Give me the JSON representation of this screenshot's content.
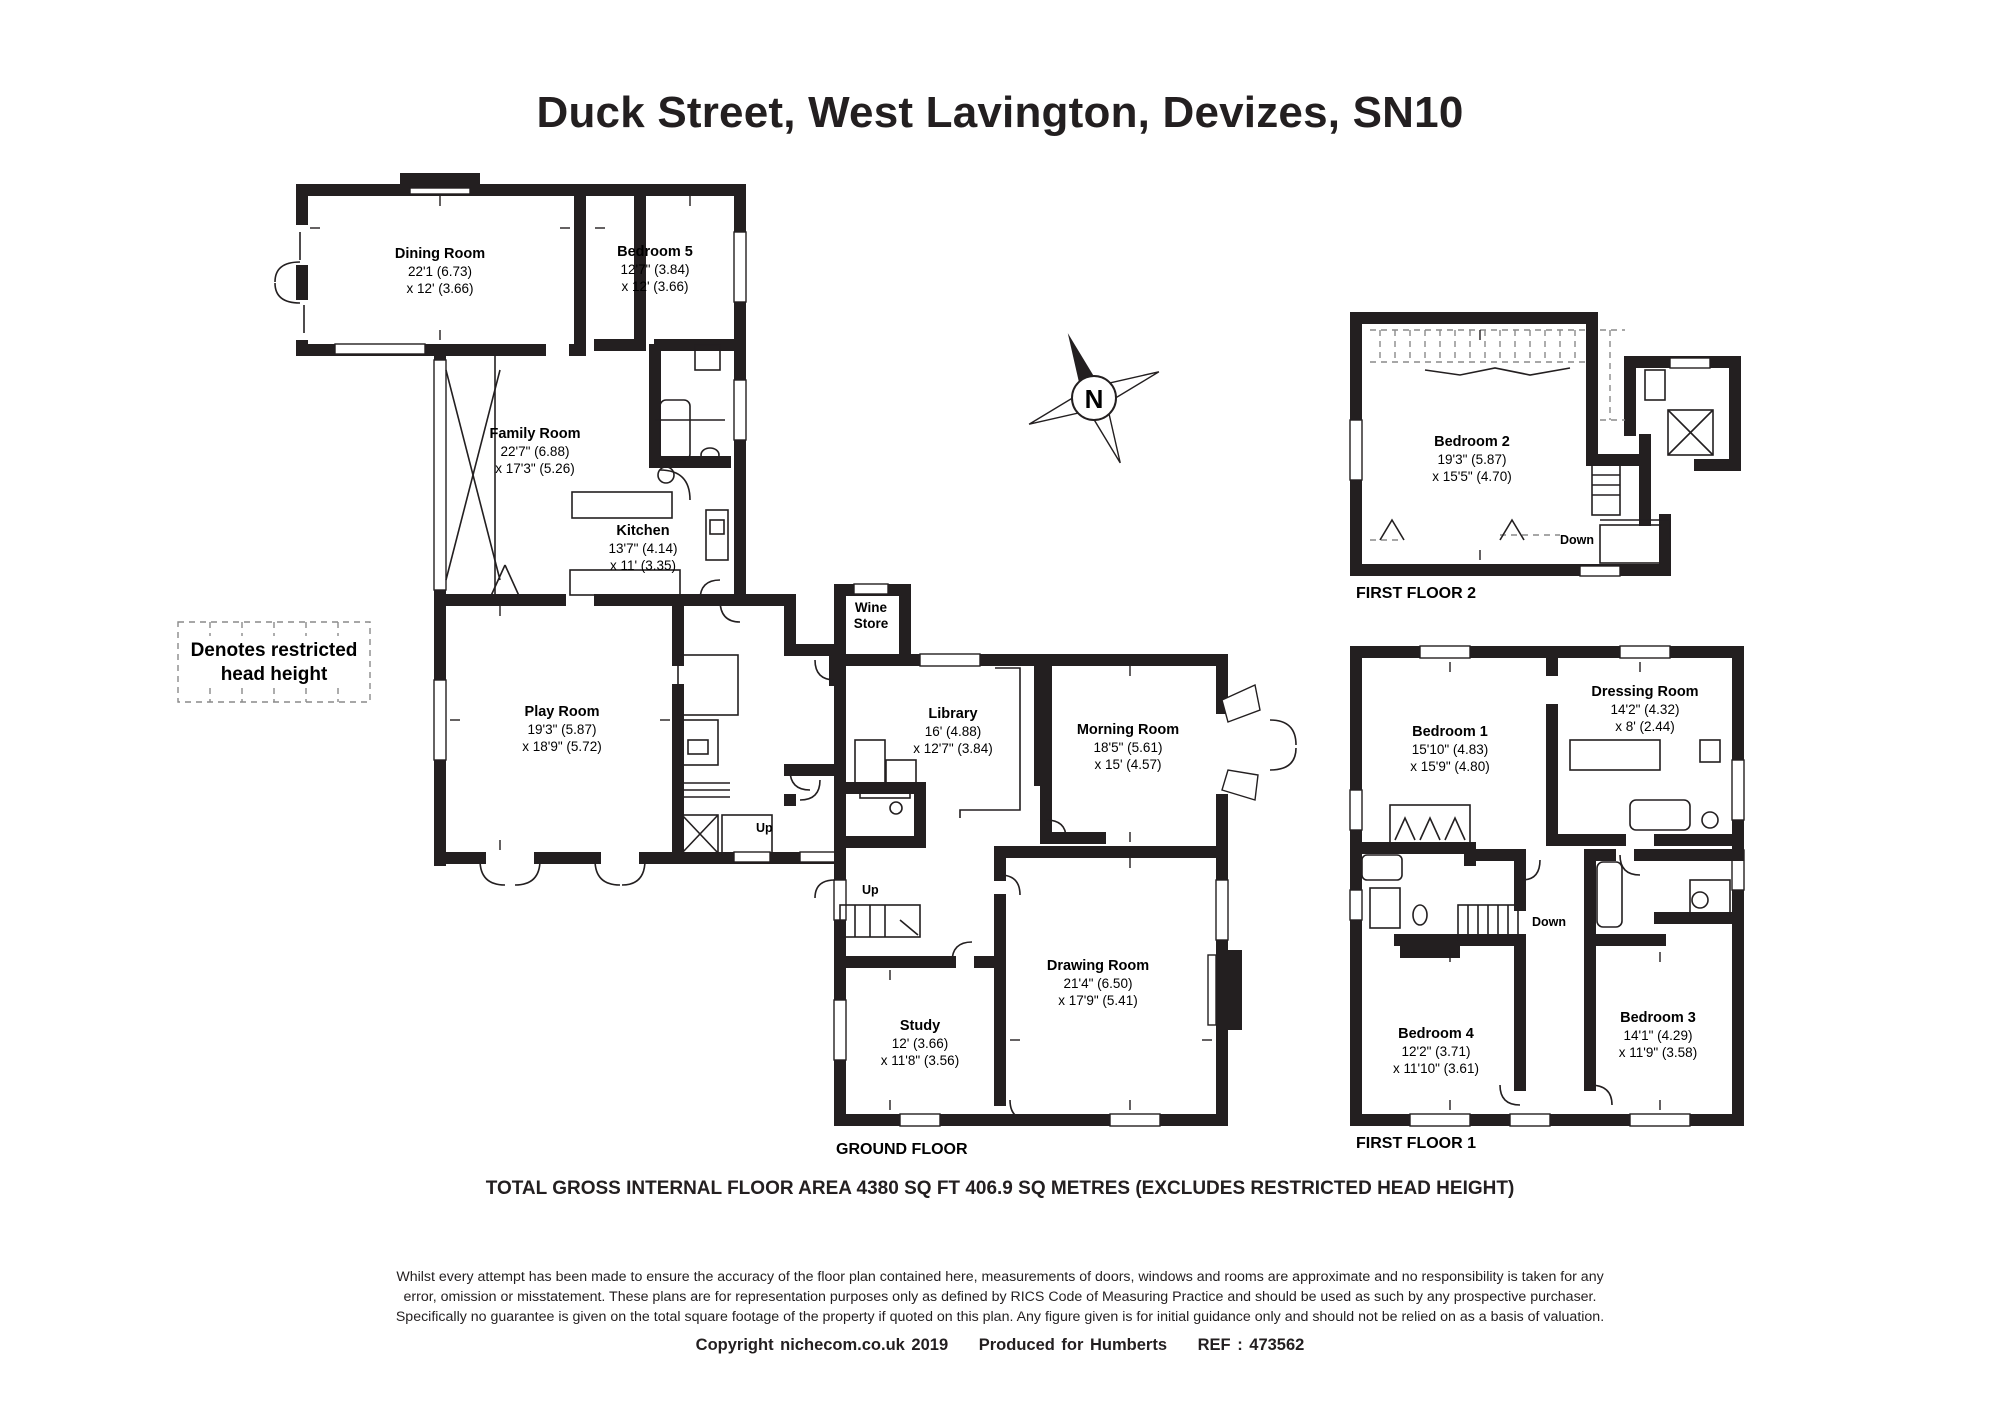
{
  "title": "Duck Street, West Lavington, Devizes, SN10",
  "legend": {
    "line1": "Denotes restricted",
    "line2": "head height"
  },
  "compass": {
    "letter": "N"
  },
  "floors": {
    "ground": "GROUND FLOOR",
    "first1": "FIRST FLOOR 1",
    "first2": "FIRST FLOOR 2"
  },
  "rooms": {
    "dining": {
      "name": "Dining Room",
      "d1": "22'1 (6.73)",
      "d2": "x 12' (3.66)"
    },
    "bed5": {
      "name": "Bedroom 5",
      "d1": "12'7\" (3.84)",
      "d2": "x 12' (3.66)"
    },
    "family": {
      "name": "Family Room",
      "d1": "22'7\" (6.88)",
      "d2": "x 17'3\" (5.26)"
    },
    "kitchen": {
      "name": "Kitchen",
      "d1": "13'7\" (4.14)",
      "d2": "x 11' (3.35)"
    },
    "play": {
      "name": "Play Room",
      "d1": "19'3\" (5.87)",
      "d2": "x 18'9\" (5.72)"
    },
    "wine": {
      "name1": "Wine",
      "name2": "Store"
    },
    "library": {
      "name": "Library",
      "d1": "16' (4.88)",
      "d2": "x 12'7\" (3.84)"
    },
    "morning": {
      "name": "Morning Room",
      "d1": "18'5\" (5.61)",
      "d2": "x 15' (4.57)"
    },
    "drawing": {
      "name": "Drawing Room",
      "d1": "21'4\" (6.50)",
      "d2": "x 17'9\" (5.41)"
    },
    "study": {
      "name": "Study",
      "d1": "12' (3.66)",
      "d2": "x 11'8\" (3.56)"
    },
    "bed2": {
      "name": "Bedroom 2",
      "d1": "19'3\" (5.87)",
      "d2": "x 15'5\" (4.70)"
    },
    "bed1": {
      "name": "Bedroom 1",
      "d1": "15'10\" (4.83)",
      "d2": "x 15'9\" (4.80)"
    },
    "dressing": {
      "name": "Dressing Room",
      "d1": "14'2\" (4.32)",
      "d2": "x 8' (2.44)"
    },
    "bed4": {
      "name": "Bedroom 4",
      "d1": "12'2\" (3.71)",
      "d2": "x 11'10\" (3.61)"
    },
    "bed3": {
      "name": "Bedroom 3",
      "d1": "14'1\" (4.29)",
      "d2": "x 11'9\" (3.58)"
    }
  },
  "stairs": {
    "up1": "Up",
    "up2": "Up",
    "down1": "Down",
    "down2": "Down"
  },
  "total_area": "TOTAL GROSS INTERNAL FLOOR AREA 4380 SQ FT 406.9 SQ METRES (EXCLUDES RESTRICTED HEAD HEIGHT)",
  "disclaimer": {
    "line1": "Whilst every attempt has been made to ensure the accuracy of the floor plan contained here, measurements of doors, windows and rooms are approximate and no responsibility is taken for any",
    "line2": "error, omission or misstatement. These plans are for representation purposes only as defined by RICS Code of Measuring Practice and should be used as such by any prospective purchaser.",
    "line3": "Specifically no guarantee is given on the total square footage of the property if quoted on this plan. Any figure given is for initial guidance only and should not be relied on as a basis of valuation."
  },
  "footer": {
    "copyright": "Copyright nichecom.co.uk 2019",
    "produced": "Produced for Humberts",
    "ref": "REF : 473562"
  }
}
